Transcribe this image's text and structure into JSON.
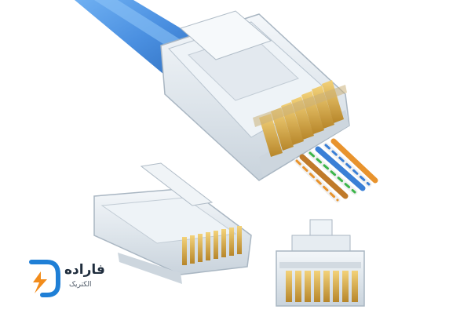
{
  "brand": {
    "name": "فاراده",
    "tagline": "الکتریک",
    "colors": {
      "accent_orange": "#f28c1b",
      "accent_blue": "#1f7fd6",
      "text": "#1f2d3d"
    }
  },
  "image": {
    "subject_icons": [
      "rj45-connector-with-cable",
      "rj45-connector-side",
      "rj45-connector-front"
    ],
    "colors": {
      "cable": "#4a8fe0",
      "gold": "#d6a33a"
    }
  }
}
